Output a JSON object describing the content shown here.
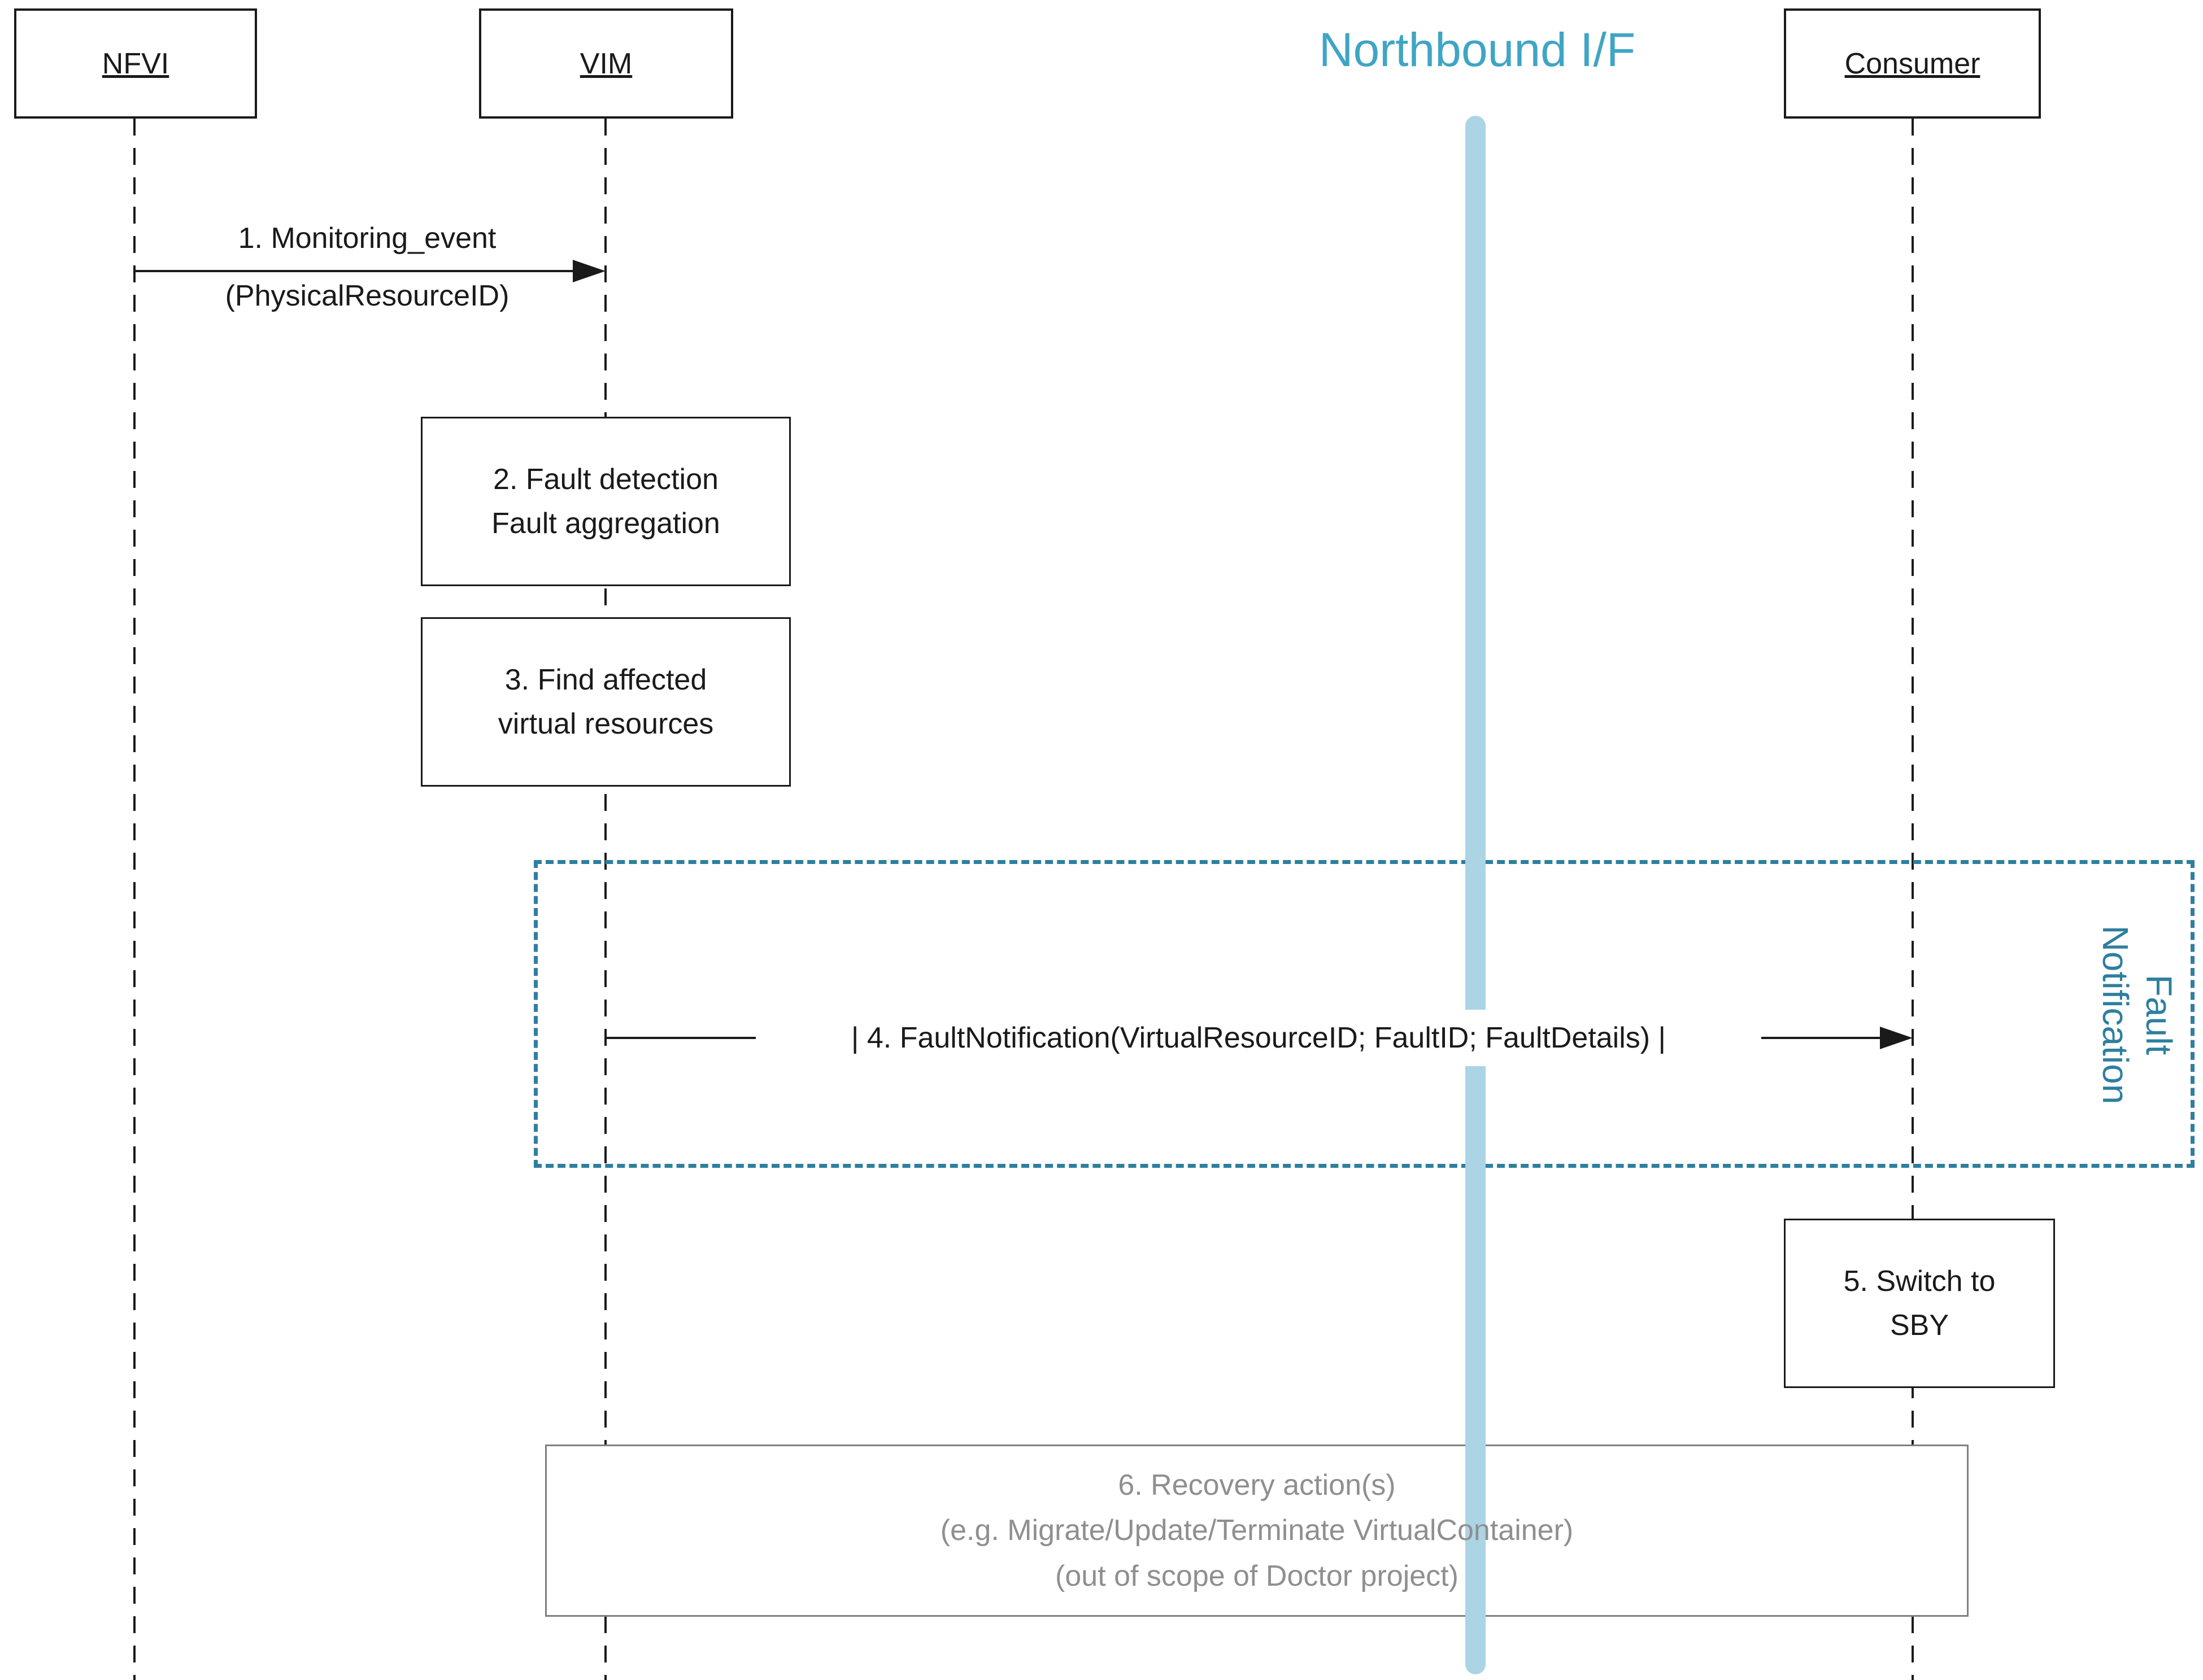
{
  "colors": {
    "teal_title": "#3fa5c4",
    "teal_region": "#2e7f9e",
    "northbound_bar": "#abd4e4",
    "gray_text": "#8f8f8f",
    "gray_border": "#7f7f7f"
  },
  "actors": {
    "nfvi": "NFVI",
    "vim": "VIM",
    "consumer": "Consumer"
  },
  "northbound_title": "Northbound I/F",
  "message1": {
    "line1": "1. Monitoring_event",
    "line2": "(PhysicalResourceID)"
  },
  "step2": {
    "line1": "2. Fault detection",
    "line2": "Fault aggregation"
  },
  "step3": {
    "line1": "3. Find affected",
    "line2": "virtual resources"
  },
  "message4": "| 4. FaultNotification(VirtualResourceID; FaultID; FaultDetails) |",
  "step5": {
    "line1": "5. Switch to",
    "line2": "SBY"
  },
  "step6": {
    "line1": "6. Recovery action(s)",
    "line2": "(e.g. Migrate/Update/Terminate VirtualContainer)",
    "line3": "(out of scope of Doctor project)"
  },
  "region_label": {
    "line1": "Fault",
    "line2": "Notification"
  }
}
